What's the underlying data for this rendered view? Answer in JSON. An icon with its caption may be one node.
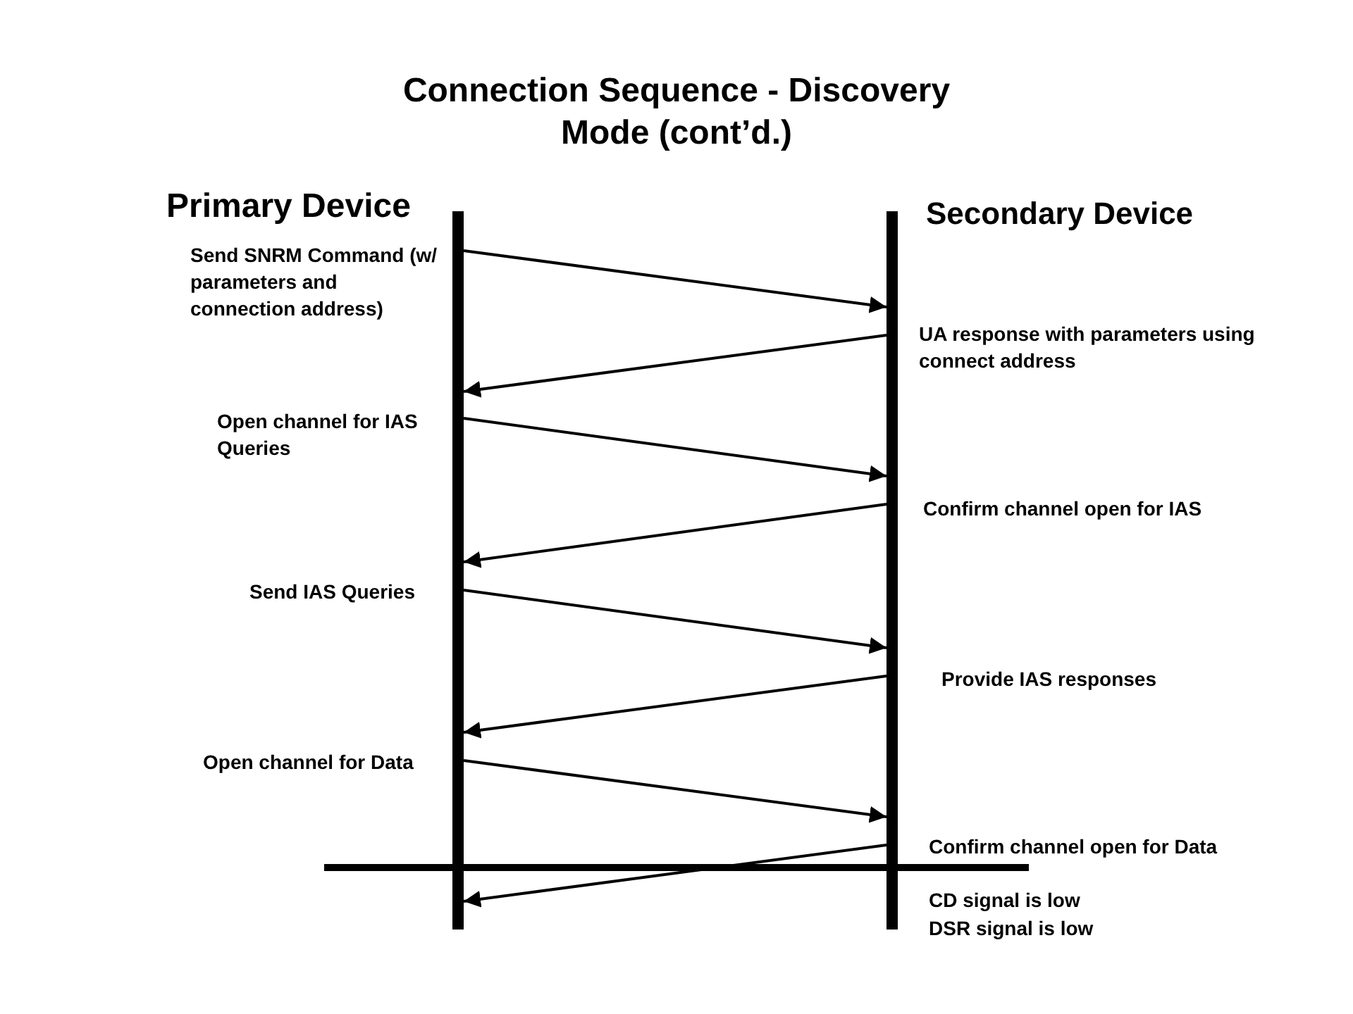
{
  "diagram": {
    "title": "Connection Sequence - Discovery Mode (cont’d.)",
    "nodes": [
      {
        "text": [
          "Primary Device"
        ]
      },
      {
        "text": [
          "Secondary Device"
        ]
      }
    ],
    "edges": [
      {
        "from": 0,
        "to": 1,
        "arrow": "to",
        "label": "Send SNRM Command (w/ parameters and connection address)"
      },
      {
        "from": 1,
        "to": 0,
        "arrow": "to",
        "label": "UA response with parameters using connect address"
      },
      {
        "from": 0,
        "to": 1,
        "arrow": "to",
        "label": "Open channel for IAS Queries"
      },
      {
        "from": 1,
        "to": 0,
        "arrow": "to",
        "label": "Confirm channel open for IAS"
      },
      {
        "from": 0,
        "to": 1,
        "arrow": "to",
        "label": "Send IAS Queries"
      },
      {
        "from": 1,
        "to": 0,
        "arrow": "to",
        "label": "Provide IAS responses"
      },
      {
        "from": 0,
        "to": 1,
        "arrow": "to",
        "label": "Open channel for Data"
      },
      {
        "from": 1,
        "to": 0,
        "arrow": "to",
        "label": "Confirm channel open for Data"
      }
    ],
    "labels": [
      "CD signal is low",
      "DSR signal is low"
    ]
  }
}
